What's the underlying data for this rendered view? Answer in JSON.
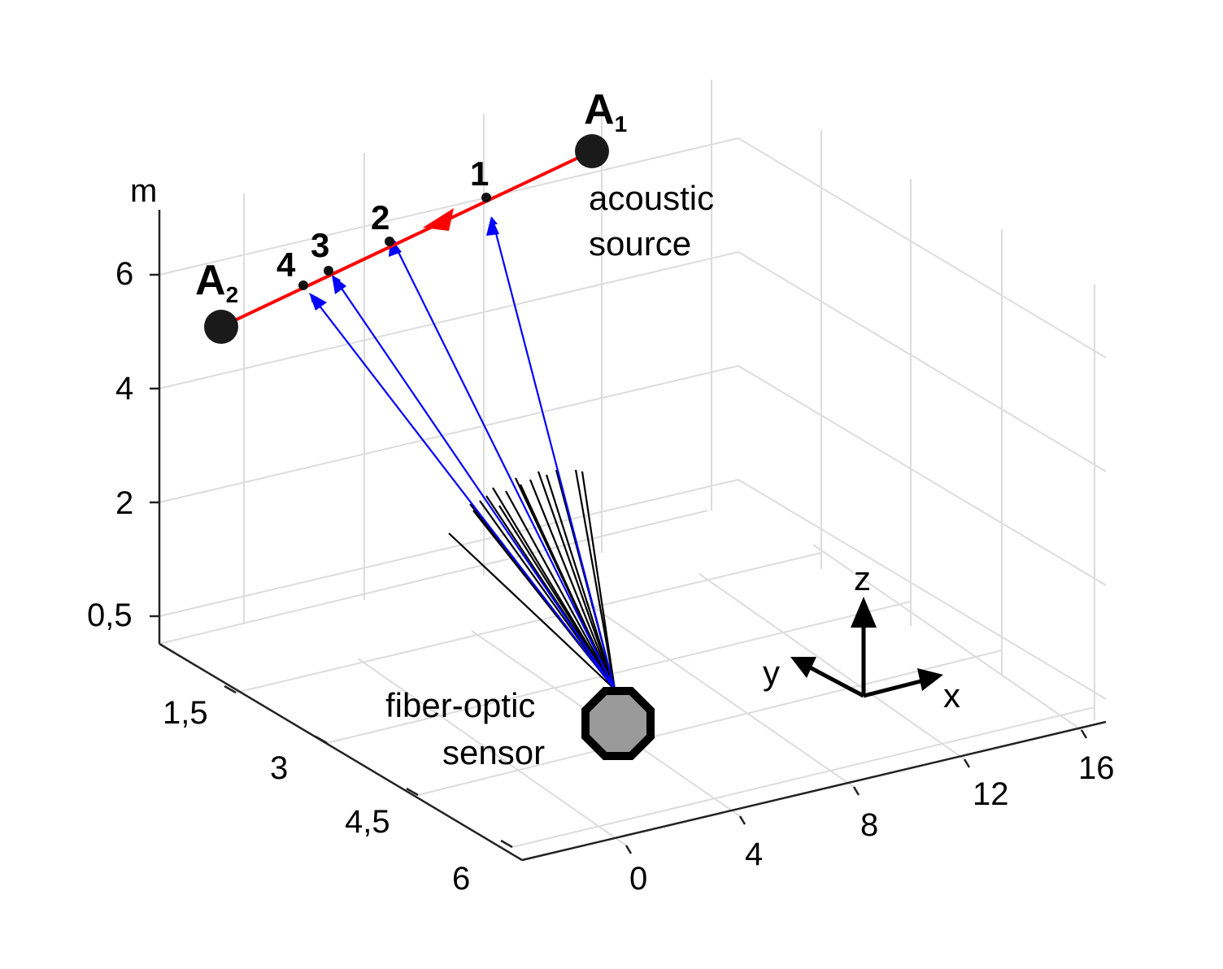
{
  "axes": {
    "z_unit": "m",
    "z_ticks": [
      "6",
      "4",
      "2",
      "0,5"
    ],
    "y_ticks": [
      "1,5",
      "3",
      "4,5",
      "6"
    ],
    "x_ticks": [
      "0",
      "4",
      "8",
      "12",
      "16"
    ],
    "grid": true
  },
  "points": [
    {
      "label": "1"
    },
    {
      "label": "2"
    },
    {
      "label": "3"
    },
    {
      "label": "4"
    }
  ],
  "endpoints": {
    "a1": {
      "letter": "A",
      "sub": "1"
    },
    "a2": {
      "letter": "A",
      "sub": "2"
    }
  },
  "source_label": {
    "line1": "acoustic",
    "line2": "source"
  },
  "sensor_label": {
    "line1": "fiber-optic",
    "line2": "sensor"
  },
  "triad": {
    "z": "z",
    "y": "y",
    "x": "x"
  },
  "colors": {
    "path": "#ff0000",
    "rays": "#0000ff",
    "fibers": "#000000",
    "grid": "#dcdcdc",
    "sensor_fill": "#9a9a9a",
    "endpoint_fill": "#1a1a1a"
  }
}
